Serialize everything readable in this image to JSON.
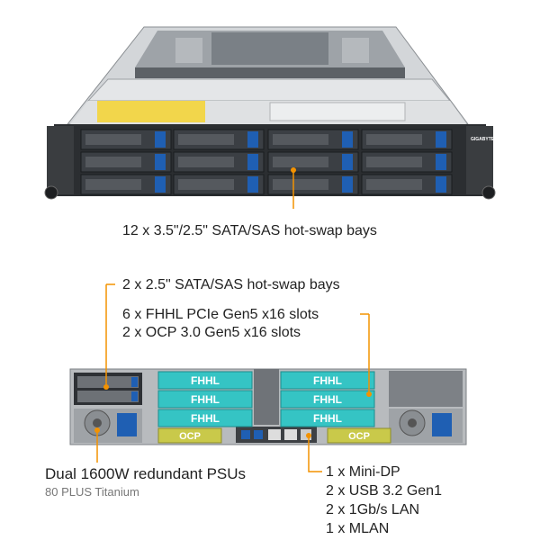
{
  "front": {
    "bay_callout": "12 x 3.5\"/2.5\" SATA/SAS hot-swap bays",
    "brand_tag": "GIGABYTE"
  },
  "rear": {
    "small_bays_callout": "2 x 2.5\" SATA/SAS hot-swap bays",
    "pcie_callout_line1": "6 x FHHL PCIe Gen5 x16 slots",
    "pcie_callout_line2": "2 x OCP 3.0 Gen5 x16 slots",
    "psu_callout": "Dual 1600W redundant PSUs",
    "psu_sub": "80 PLUS Titanium",
    "io_lines": [
      "1 x Mini-DP",
      "2 x USB 3.2 Gen1",
      "2 x 1Gb/s LAN",
      "1 x MLAN"
    ],
    "slot_labels": [
      "FHHL",
      "FHHL",
      "FHHL",
      "FHHL",
      "FHHL",
      "FHHL"
    ],
    "ocp_labels": [
      "OCP",
      "OCP"
    ]
  },
  "colors": {
    "accent_orange": "#f39200",
    "bay_blue": "#1f5fb3",
    "slot_teal": "#35c4c4",
    "ocp_yellow": "#c9c94a",
    "chassis_gray": "#c8cbce"
  }
}
